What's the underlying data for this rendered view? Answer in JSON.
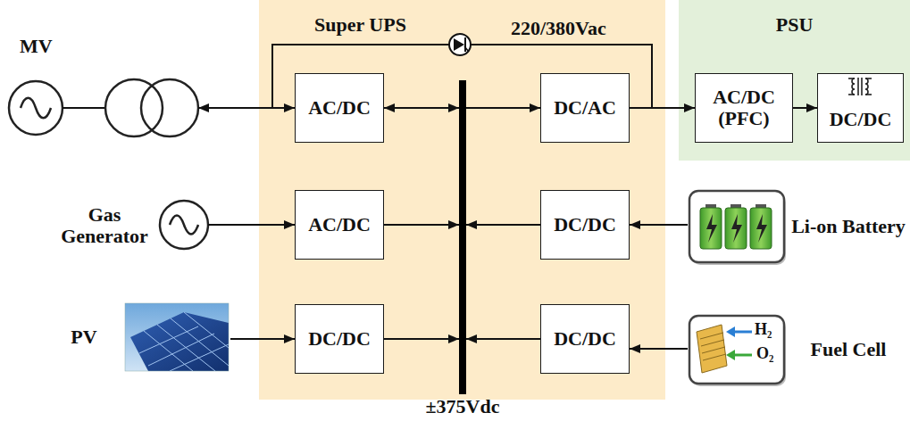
{
  "diagram": {
    "nodes": [
      {
        "text": [
          "Super UPS"
        ]
      },
      {
        "text": [
          "PSU"
        ]
      },
      {
        "text": [
          "AC/DC"
        ],
        "in": 0
      },
      {
        "text": [
          "DC/AC"
        ],
        "in": 0
      },
      {
        "text": [
          "AC/DC"
        ],
        "in": 0
      },
      {
        "text": [
          "DC/DC"
        ],
        "in": 0
      },
      {
        "text": [
          "DC/DC"
        ],
        "in": 0
      },
      {
        "text": [
          "DC/DC"
        ],
        "in": 0
      },
      {
        "text": [
          "AC/DC (PFC)"
        ],
        "in": 1
      },
      {
        "text": [
          "DC/DC"
        ],
        "in": 1
      },
      {
        "text": [
          "±375Vdc"
        ],
        "in": 0
      },
      {
        "text": [
          "MV"
        ]
      },
      {
        "text": [
          "Gas Generator"
        ]
      },
      {
        "text": [
          "PV"
        ]
      },
      {
        "text": [
          "Li-on Battery"
        ]
      },
      {
        "text": [
          "Fuel Cell"
        ]
      }
    ],
    "edges": [
      {
        "from": 11,
        "to": 2,
        "arrow": "both"
      },
      {
        "from": 2,
        "to": 10,
        "arrow": "both"
      },
      {
        "from": 10,
        "to": 3,
        "arrow": "to"
      },
      {
        "from": 3,
        "to": 8,
        "arrow": "to"
      },
      {
        "from": 8,
        "to": 9,
        "arrow": "to"
      },
      {
        "from": 12,
        "to": 4,
        "arrow": "to"
      },
      {
        "from": 4,
        "to": 10,
        "arrow": "to"
      },
      {
        "from": 14,
        "to": 5,
        "arrow": "to"
      },
      {
        "from": 5,
        "to": 10,
        "arrow": "to"
      },
      {
        "from": 13,
        "to": 6,
        "arrow": "to"
      },
      {
        "from": 6,
        "to": 10,
        "arrow": "to"
      },
      {
        "from": 15,
        "to": 7,
        "arrow": "to"
      },
      {
        "from": 7,
        "to": 10,
        "arrow": "to"
      }
    ],
    "labels": [
      "220/380Vac",
      "H₂",
      "O₂"
    ]
  }
}
